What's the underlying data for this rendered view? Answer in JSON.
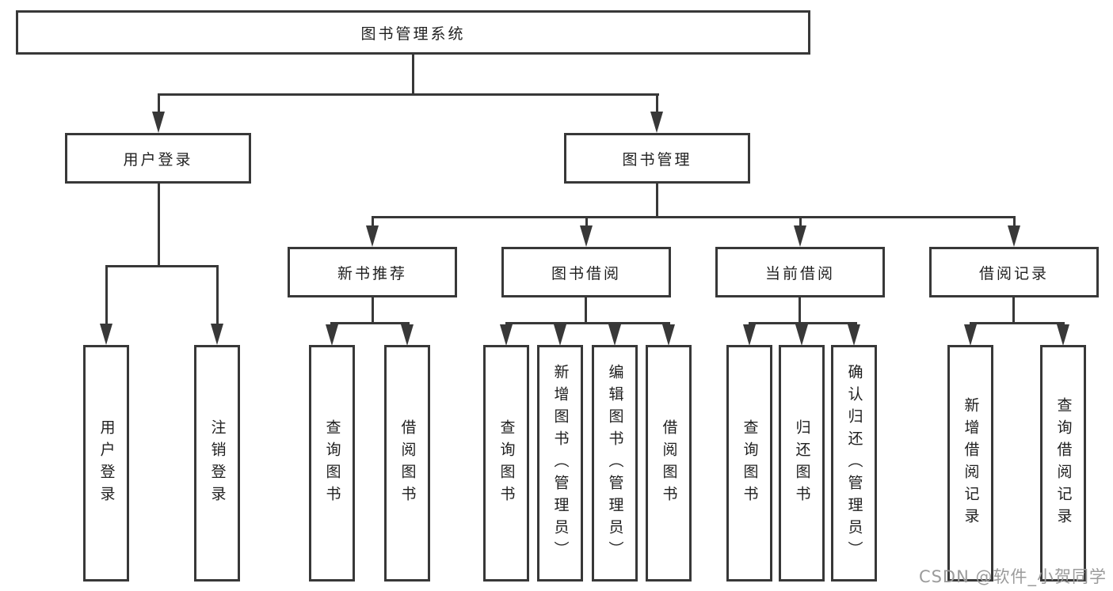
{
  "root": {
    "label": "图书管理系统"
  },
  "level2": {
    "user_login": {
      "label": "用户登录"
    },
    "book_mgmt": {
      "label": "图书管理"
    }
  },
  "level3": {
    "new_book_rec": {
      "label": "新书推荐"
    },
    "book_borrow": {
      "label": "图书借阅"
    },
    "current_borrow": {
      "label": "当前借阅"
    },
    "borrow_record": {
      "label": "借阅记录"
    }
  },
  "level4": {
    "user_login": [
      "用户登录",
      "注销登录"
    ],
    "new_book_rec": [
      "查询图书",
      "借阅图书"
    ],
    "book_borrow": [
      "查询图书",
      "新增图书（管理员）",
      "编辑图书（管理员）",
      "借阅图书"
    ],
    "current_borrow": [
      "查询图书",
      "归还图书",
      "确认归还（管理员）"
    ],
    "borrow_record": [
      "新增借阅记录",
      "查询借阅记录"
    ]
  },
  "watermark": {
    "text": "CSDN @软件_小贺同学"
  },
  "colors": {
    "line": "#383838",
    "box_border": "#383838",
    "box_background": "#ffffff",
    "text": "#1f1f1f",
    "watermark": "#9b9b9b",
    "page_background": "#ffffff"
  }
}
